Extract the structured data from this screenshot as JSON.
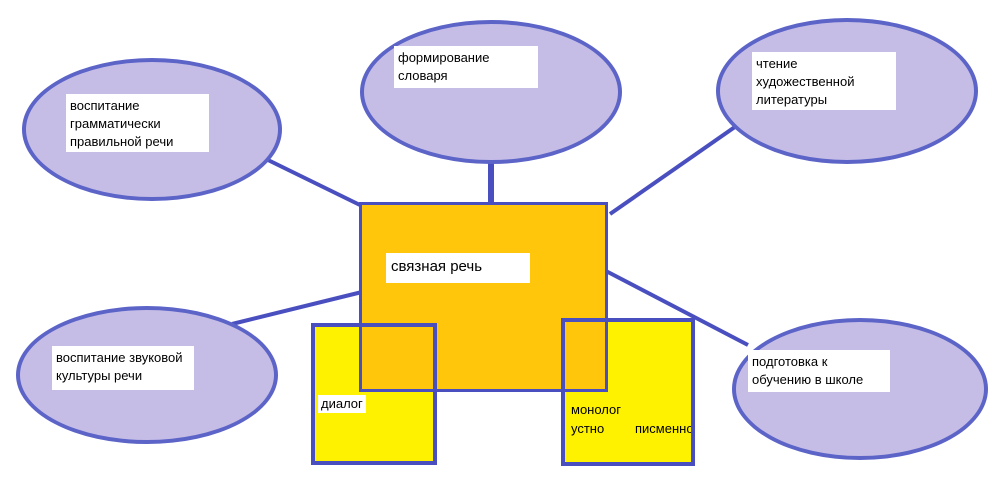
{
  "colors": {
    "ellipse_fill": "#c5bde6",
    "ellipse_border": "#5c64c8",
    "center_fill": "#ffc60c",
    "sub_fill": "#fff200",
    "line": "#4a4fc0"
  },
  "center": {
    "label": "связная речь"
  },
  "nodes": {
    "grammar": {
      "lines": [
        "воспитание",
        "грамматически",
        "правильной речи"
      ]
    },
    "vocabulary": {
      "lines": [
        "формирование",
        "словаря"
      ]
    },
    "literature": {
      "lines": [
        "чтение",
        "художественной",
        "литературы"
      ]
    },
    "sound": {
      "lines": [
        "воспитание звуковой",
        "культуры речи"
      ]
    },
    "school": {
      "lines": [
        "подготовка к",
        "обучению в школе"
      ]
    }
  },
  "dialog": {
    "label": "диалог"
  },
  "monolog": {
    "label": "монолог",
    "oral": "устно",
    "written": "писменно"
  }
}
